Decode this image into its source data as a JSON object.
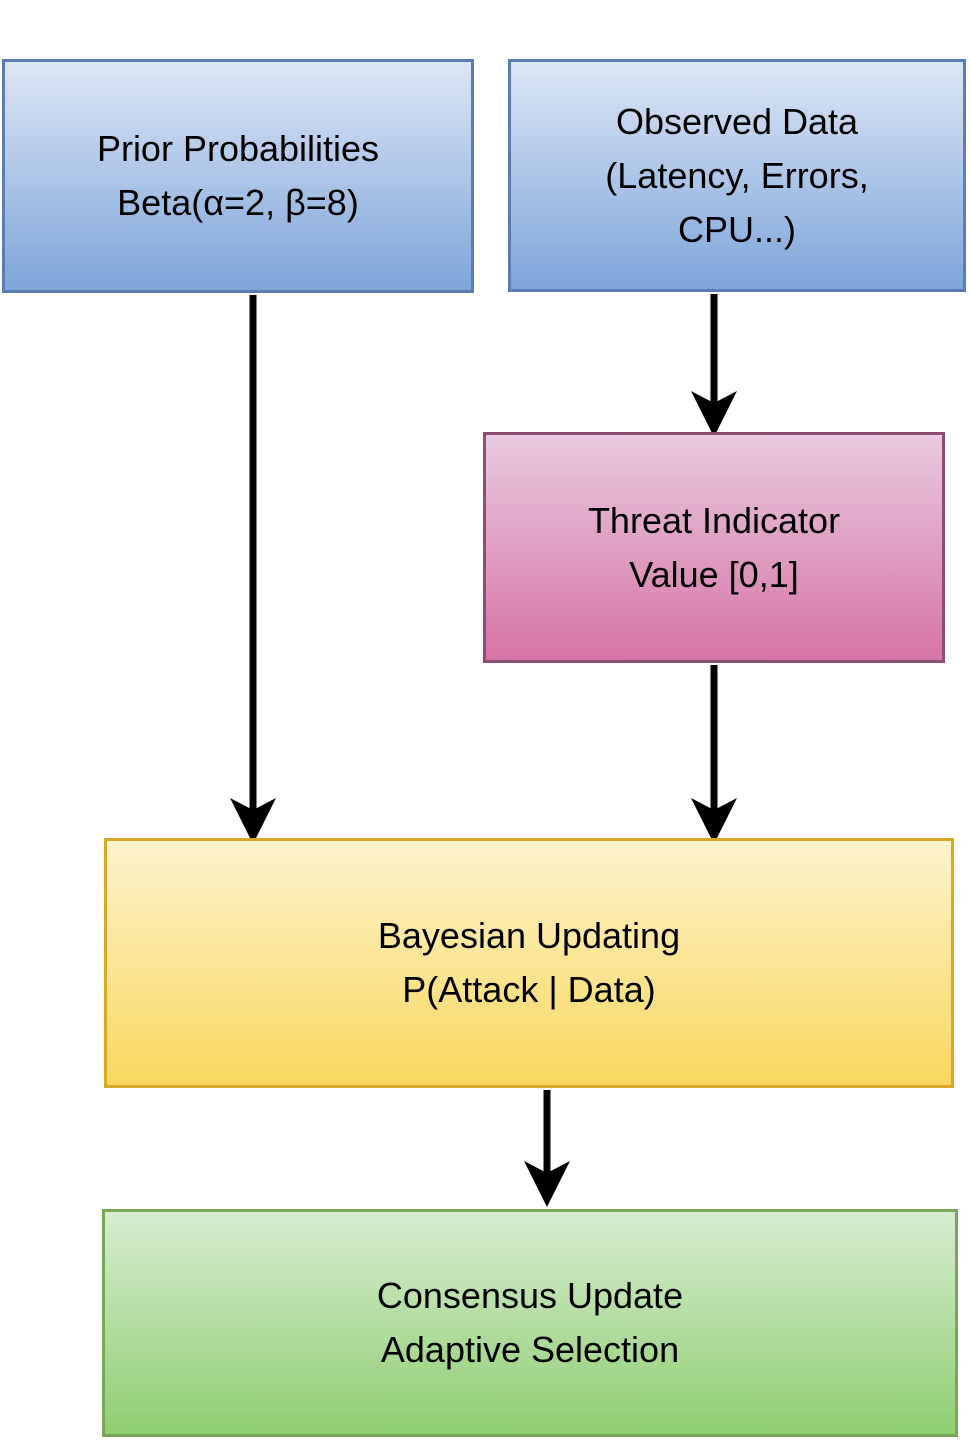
{
  "diagram": {
    "background": "#ffffff",
    "arrow_color": "#000000",
    "boxes": [
      {
        "id": "prior",
        "lines": [
          "Prior Probabilities",
          "Beta(α=2, β=8)"
        ],
        "fill_top": "#dce6f5",
        "fill_bottom": "#7fa5db",
        "border": "#5b7cb5"
      },
      {
        "id": "observed",
        "lines": [
          "Observed Data",
          "(Latency, Errors,",
          "CPU...)"
        ],
        "fill_top": "#dce6f5",
        "fill_bottom": "#7fa5db",
        "border": "#5b7cb5"
      },
      {
        "id": "threat",
        "lines": [
          "Threat Indicator",
          "Value [0,1]"
        ],
        "fill_top": "#e9cadf",
        "fill_bottom": "#d674a6",
        "border": "#8f4d74"
      },
      {
        "id": "bayesian",
        "lines": [
          "Bayesian Updating",
          "P(Attack | Data)"
        ],
        "fill_top": "#fdf3cd",
        "fill_bottom": "#f9d75e",
        "border": "#d9a827"
      },
      {
        "id": "consensus",
        "lines": [
          "Consensus Update",
          "Adaptive Selection"
        ],
        "fill_top": "#d7ecd1",
        "fill_bottom": "#8fce71",
        "border": "#78a75a"
      }
    ],
    "edges": [
      {
        "from": "prior",
        "to": "bayesian"
      },
      {
        "from": "observed",
        "to": "threat"
      },
      {
        "from": "threat",
        "to": "bayesian"
      },
      {
        "from": "bayesian",
        "to": "consensus"
      }
    ]
  }
}
